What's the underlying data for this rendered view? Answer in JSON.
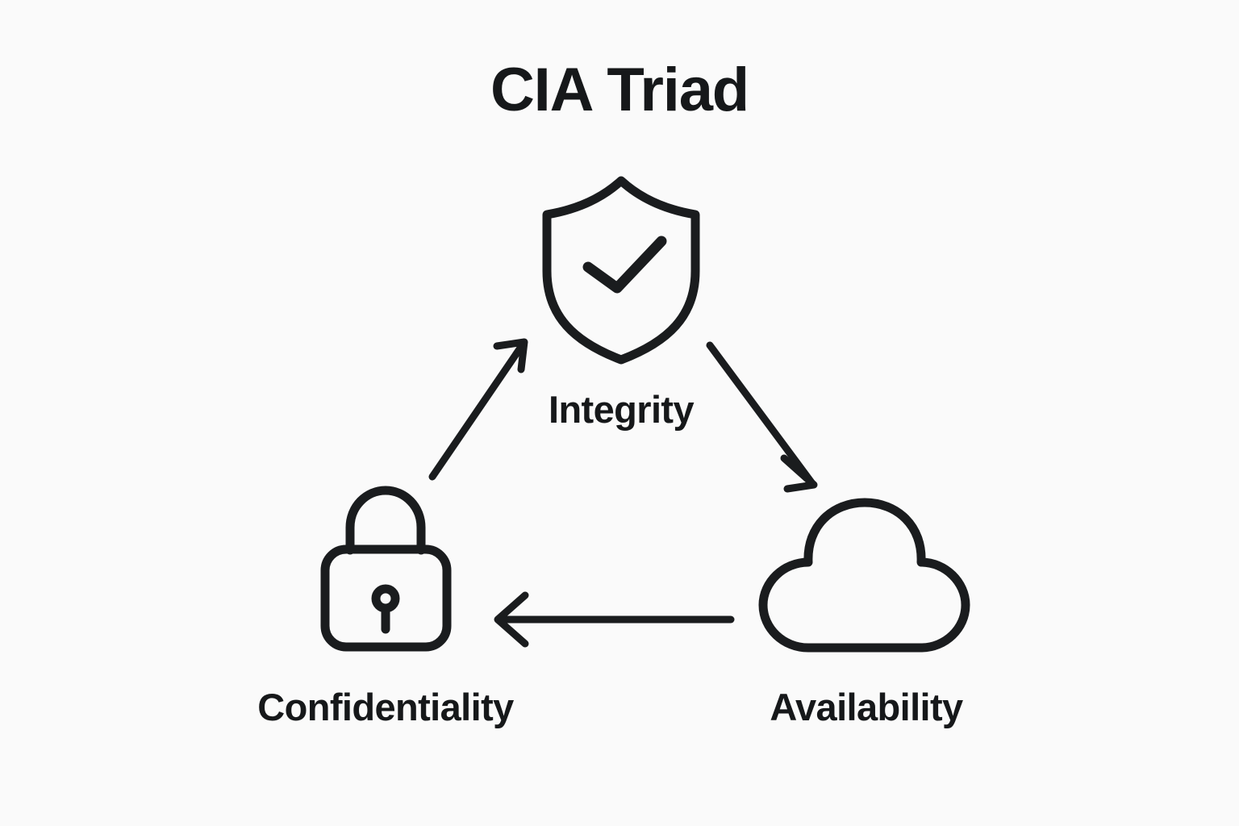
{
  "page": {
    "background_color": "#fafafa",
    "ink_color": "#1a1c1e",
    "text_color": "#16181a"
  },
  "title": "CIA Triad",
  "nodes": [
    {
      "id": "integrity",
      "label": "Integrity",
      "icon": "shield-check-icon",
      "position": "top"
    },
    {
      "id": "confidentiality",
      "label": "Confidentiality",
      "icon": "lock-icon",
      "position": "bottom-left"
    },
    {
      "id": "availability",
      "label": "Availability",
      "icon": "cloud-icon",
      "position": "bottom-right"
    }
  ],
  "connections": [
    {
      "id": "confidentiality-to-integrity",
      "from": "confidentiality",
      "to": "integrity",
      "direction": "up-right"
    },
    {
      "id": "integrity-to-availability",
      "from": "integrity",
      "to": "availability",
      "direction": "down-right"
    },
    {
      "id": "availability-to-confidentiality",
      "from": "availability",
      "to": "confidentiality",
      "direction": "left"
    }
  ],
  "chart_data": {
    "type": "diagram",
    "title": "CIA Triad",
    "layout": "triangle-cycle",
    "nodes": [
      "Integrity",
      "Confidentiality",
      "Availability"
    ],
    "edges": [
      [
        "Confidentiality",
        "Integrity"
      ],
      [
        "Integrity",
        "Availability"
      ],
      [
        "Availability",
        "Confidentiality"
      ]
    ]
  }
}
